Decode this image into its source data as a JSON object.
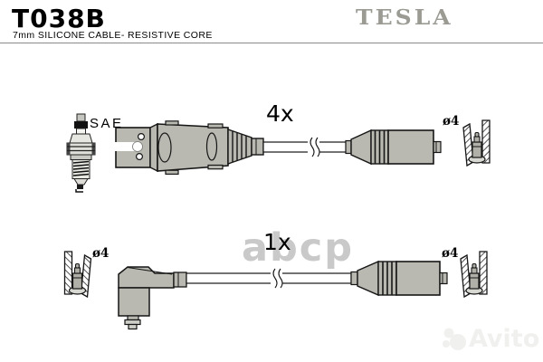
{
  "header": {
    "part_number": "T038B",
    "subtitle": "7mm SILICONE CABLE- RESISTIVE CORE",
    "brand": "TESLA"
  },
  "diagram": {
    "spark_plug_label": "SAE",
    "diameter_label": "ø4",
    "set4": {
      "quantity_label": "4x"
    },
    "set1": {
      "quantity_label": "1x"
    }
  },
  "watermarks": {
    "center": "abcp",
    "bottom_right": "Avito"
  },
  "colors": {
    "boot_gray": "#b9b9b1",
    "outline": "#161616",
    "brand_gray": "#9b9b94",
    "watermark_center": "#c9c9c9",
    "watermark_corner": "#f0f0ee"
  }
}
